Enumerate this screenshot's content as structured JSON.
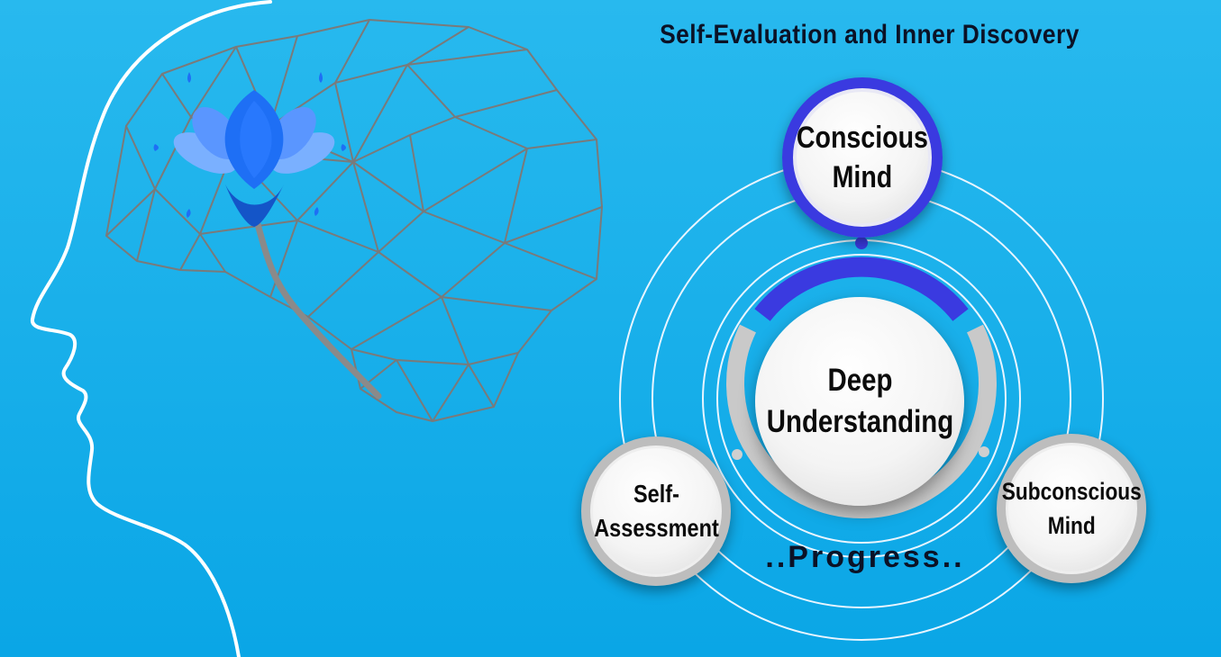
{
  "title": "Self-Evaluation and Inner Discovery",
  "nodes": {
    "conscious_mind": {
      "line1": "Conscious",
      "line2": "Mind"
    },
    "deep_understanding": {
      "line1": "Deep",
      "line2": "Understanding"
    },
    "self_assessment": {
      "line1": "Self-",
      "line2": "Assessment"
    },
    "subconscious_mind": {
      "line1": "Subconscious",
      "line2": "Mind"
    }
  },
  "progress_label": "..Progress..",
  "colors": {
    "background_top": "#28b9ee",
    "background_bottom": "#0aa6e6",
    "accent_blue": "#3a3ae0",
    "lotus_blue": "#1e6ff5",
    "mesh_gray": "#7a7a7a",
    "head_outline": "#ffffff"
  },
  "icons": [
    "head-profile-icon",
    "brain-mesh-icon",
    "lotus-flower-icon"
  ]
}
